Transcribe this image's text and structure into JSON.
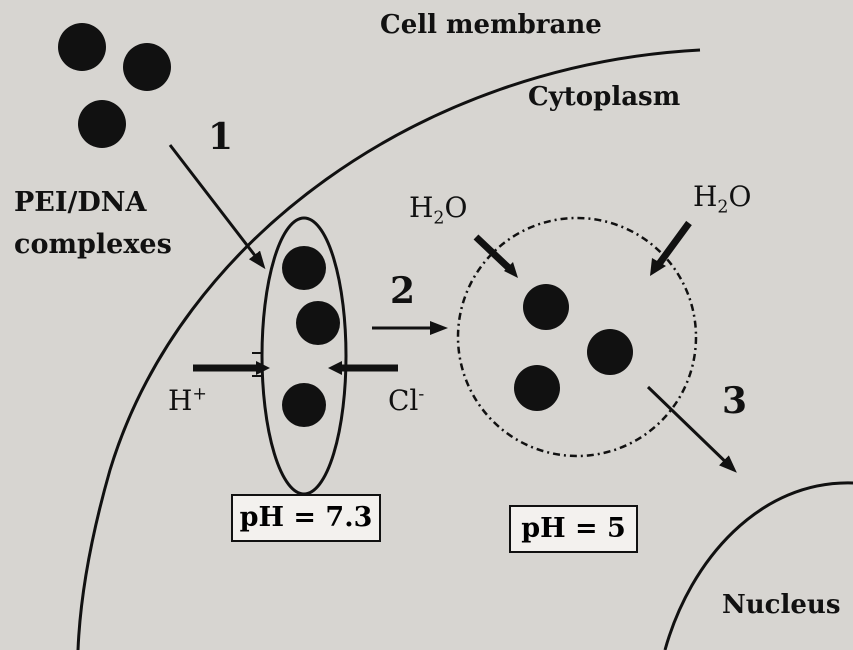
{
  "labels": {
    "cell_membrane": "Cell membrane",
    "cytoplasm": "Cytoplasm",
    "complexes_line1": "PEI/DNA",
    "complexes_line2": "complexes",
    "nucleus": "Nucleus"
  },
  "steps": [
    "1",
    "2",
    "3"
  ],
  "ions": {
    "proton": "H",
    "proton_charge": "+",
    "chloride": "Cl",
    "chloride_charge": "-"
  },
  "water": {
    "symbol_left": "H",
    "subscript": "2",
    "symbol_right": "O"
  },
  "ph": {
    "endosome": "pH = 7.3",
    "lysosome": "pH = 5"
  }
}
